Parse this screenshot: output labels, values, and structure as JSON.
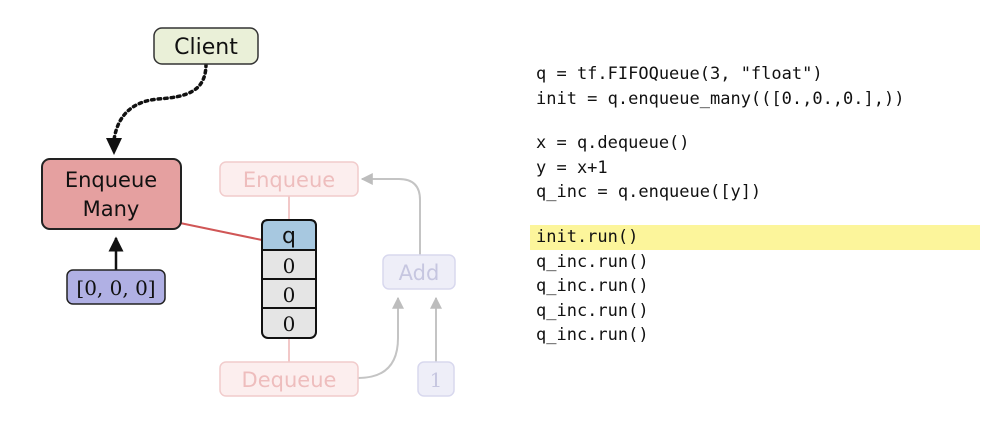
{
  "diagram": {
    "client": "Client",
    "enqueue_many": [
      "Enqueue",
      "Many"
    ],
    "input_value": "[0, 0, 0]",
    "queue": {
      "name": "q",
      "slots": [
        "0",
        "0",
        "0"
      ]
    },
    "faded_enqueue": "Enqueue",
    "faded_dequeue": "Dequeue",
    "faded_add": "Add",
    "faded_constant": "1"
  },
  "colors": {
    "client_fill": "#eaf0d8",
    "enqueue_many_fill": "#e5a0a0",
    "input_fill": "#b0b0e4",
    "queue_header_fill": "#a7c8e0",
    "queue_slot_fill": "#e5e5e5",
    "highlight": "#fcf59b",
    "edge_red": "#d05656"
  },
  "code": {
    "block1": [
      "q = tf.FIFOQueue(3, \"float\")",
      "init = q.enqueue_many(([0.,0.,0.],))"
    ],
    "block2": [
      "x = q.dequeue()",
      "y = x+1",
      "q_inc = q.enqueue([y])"
    ],
    "block3": [
      "init.run()",
      "q_inc.run()",
      "q_inc.run()",
      "q_inc.run()",
      "q_inc.run()"
    ],
    "highlighted_line": "init.run()"
  }
}
